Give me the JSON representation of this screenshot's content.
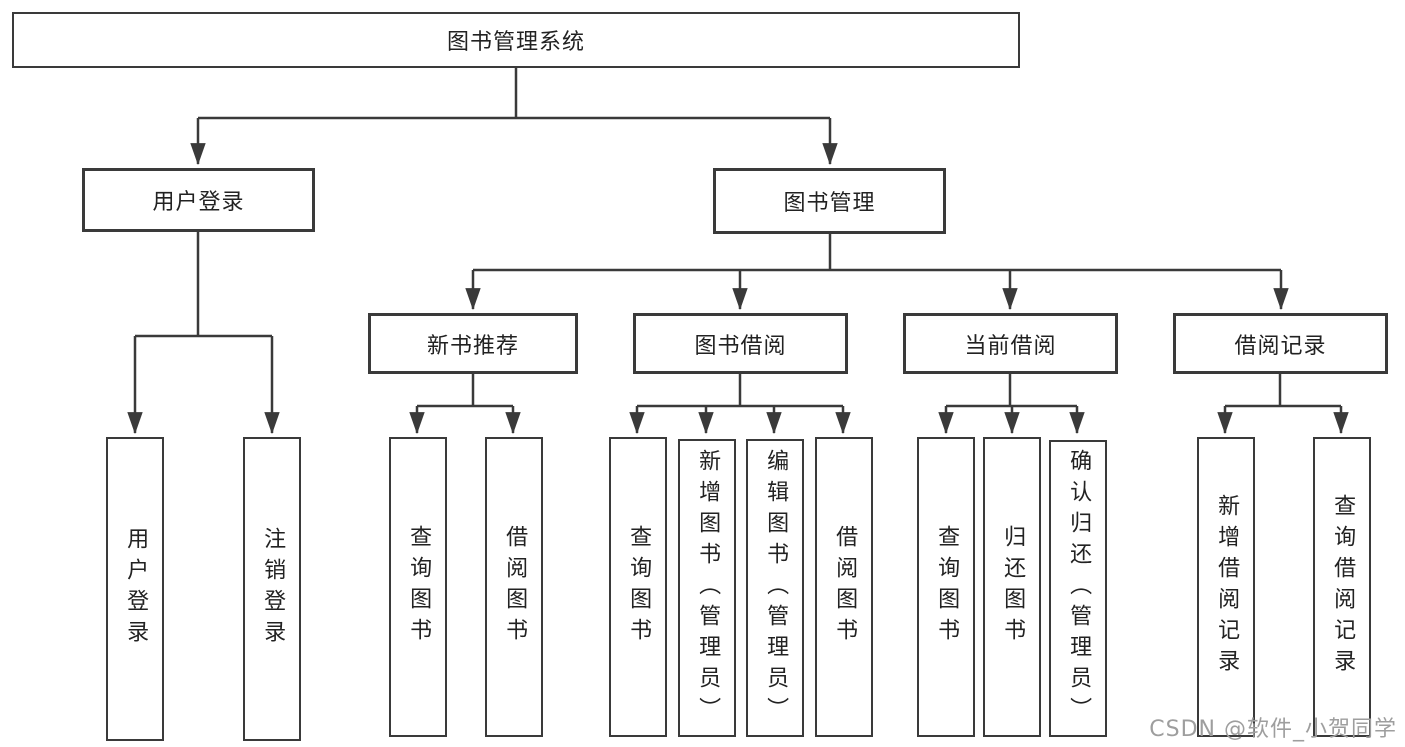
{
  "page": {
    "background": "#ffffff",
    "line_color": "#3a3a3a",
    "text_color": "#222222"
  },
  "watermark": {
    "text": "CSDN @软件_小贺同学",
    "color": "#9e9e9e"
  },
  "tree": {
    "root": {
      "label": "图书管理系统"
    },
    "branches": [
      {
        "label": "用户登录",
        "children": [
          {
            "label": "用户登录"
          },
          {
            "label": "注销登录"
          }
        ]
      },
      {
        "label": "图书管理",
        "sections": [
          {
            "label": "新书推荐",
            "children": [
              {
                "label": "查询图书"
              },
              {
                "label": "借阅图书"
              }
            ]
          },
          {
            "label": "图书借阅",
            "children": [
              {
                "label": "查询图书"
              },
              {
                "label": "新增图书（管理员）"
              },
              {
                "label": "编辑图书（管理员）"
              },
              {
                "label": "借阅图书"
              }
            ]
          },
          {
            "label": "当前借阅",
            "children": [
              {
                "label": "查询图书"
              },
              {
                "label": "归还图书"
              },
              {
                "label": "确认归还（管理员）"
              }
            ]
          },
          {
            "label": "借阅记录",
            "children": [
              {
                "label": "新增借阅记录"
              },
              {
                "label": "查询借阅记录"
              }
            ]
          }
        ]
      }
    ]
  }
}
